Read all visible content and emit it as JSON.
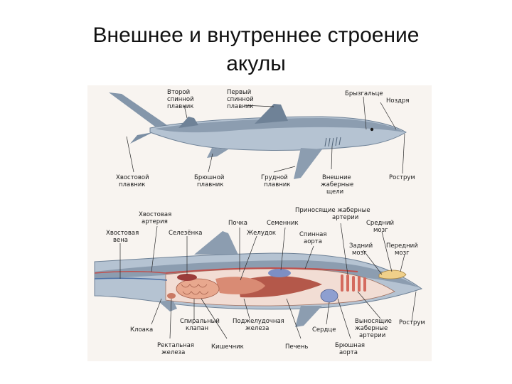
{
  "title_line1": "Внешнее и внутреннее строение",
  "title_line2": "акулы",
  "top_labels": {
    "second_dorsal": [
      "Второй",
      "спинной",
      "плавник"
    ],
    "first_dorsal": [
      "Первый",
      "спинной",
      "плавник"
    ],
    "spiracle": "Брызгальце",
    "nostril": "Ноздря",
    "caudal_fin": [
      "Хвостовой",
      "плавник"
    ],
    "pelvic_fin": [
      "Брюшной",
      "плавник"
    ],
    "pectoral_fin": [
      "Грудной",
      "плавник"
    ],
    "gill_slits": [
      "Внешние",
      "жаберные",
      "щели"
    ],
    "rostrum": "Рострум"
  },
  "bottom_labels": {
    "caudal_artery": [
      "Хвостовая",
      "артерия"
    ],
    "caudal_vein": [
      "Хвостовая",
      "вена"
    ],
    "spleen": "Селезёнка",
    "kidney": "Почка",
    "testis": "Семенник",
    "stomach": "Желудок",
    "afferent_arteries": [
      "Приносящие жаберные",
      "артерии"
    ],
    "dorsal_aorta": [
      "Спинная",
      "аорта"
    ],
    "midbrain": [
      "Средний",
      "мозг"
    ],
    "hindbrain": [
      "Задний",
      "мозг"
    ],
    "forebrain": [
      "Передний",
      "мозг"
    ],
    "cloaca": "Клоака",
    "spiral_valve": [
      "Спиральный",
      "клапан"
    ],
    "pancreas": [
      "Поджелудочная",
      "железа"
    ],
    "heart": "Сердце",
    "efferent_arteries": [
      "Выносящие",
      "жаберные",
      "артерии"
    ],
    "rostrum": "Рострум",
    "rectal_gland": [
      "Ректальная",
      "железа"
    ],
    "intestine": "Кишечник",
    "liver": "Печень",
    "ventral_aorta": [
      "Брюшная",
      "аорта"
    ]
  }
}
